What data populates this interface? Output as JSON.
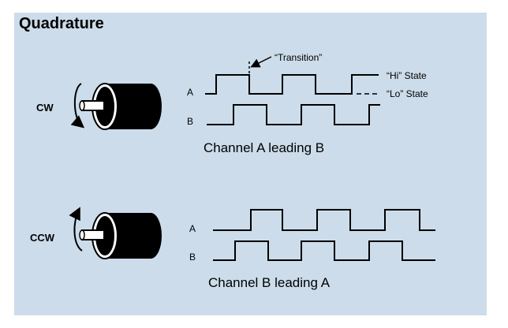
{
  "title": "Quadrature",
  "rows": [
    {
      "direction": "CW",
      "channel_a": "A",
      "channel_b": "B",
      "caption": "Channel A leading B",
      "annotations": {
        "transition": "“Transition”",
        "hi_state": "“Hi” State",
        "lo_state": "“Lo” State"
      }
    },
    {
      "direction": "CCW",
      "channel_a": "A",
      "channel_b": "B",
      "caption": "Channel B leading A"
    }
  ]
}
